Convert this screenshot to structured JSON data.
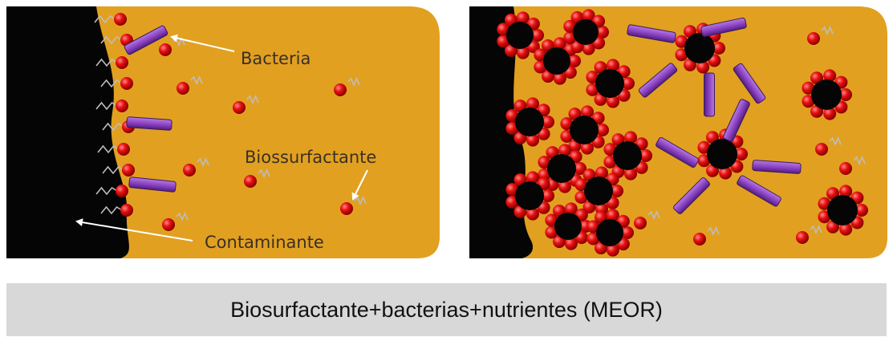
{
  "labels": {
    "bacteria": "Bacteria",
    "biosurfactant": "Biossurfactante",
    "contaminant": "Contaminante"
  },
  "caption": "Biosurfactante+bacterias+nutrientes (MEOR)",
  "colors": {
    "medium": "#e2a021",
    "contaminant": "#050505",
    "biosurfactant": "#e81010",
    "bacteria": "#8a3fc1",
    "arrow": "#ffffff",
    "caption_band": "#d8d8d8"
  },
  "icons": [
    "bacteria-rod-icon",
    "biosurfactant-molecule-icon",
    "micelle-icon",
    "arrow-icon"
  ]
}
